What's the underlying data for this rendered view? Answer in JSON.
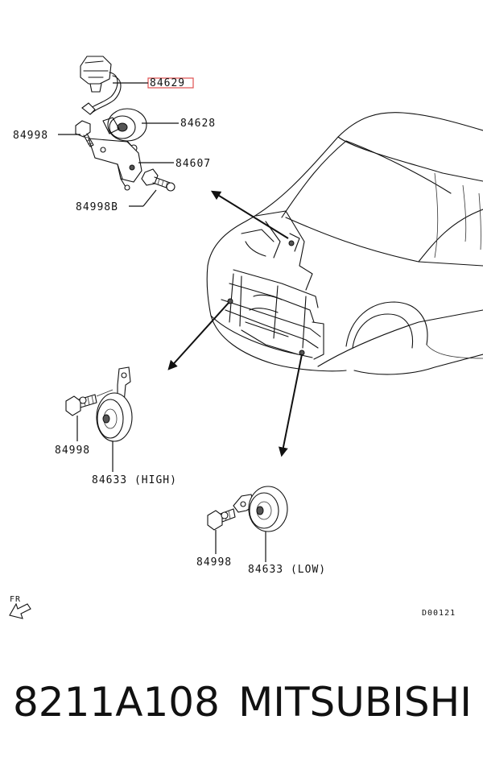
{
  "labels": {
    "p84629": "84629",
    "p84628": "84628",
    "p84998_top": "84998",
    "p84607": "84607",
    "p84998B": "84998B",
    "p84998_high": "84998",
    "p84633_high": "84633 (HIGH)",
    "p84998_low": "84998",
    "p84633_low": "84633 (LOW)",
    "fr": "FR",
    "code": "D00121"
  },
  "caption": {
    "part_number": "8211A108",
    "brand": "MITSUBISHI"
  },
  "colors": {
    "highlight": "#e05050",
    "ink": "#111111"
  }
}
